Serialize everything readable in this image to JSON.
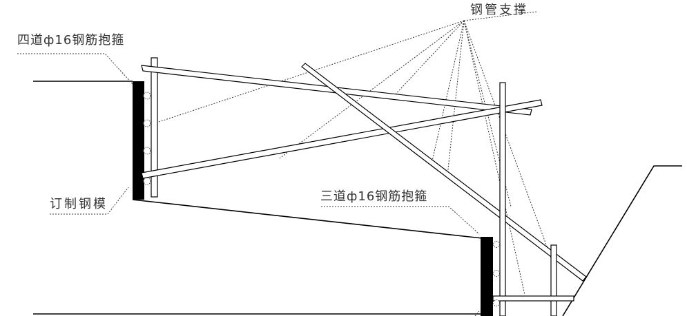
{
  "labels": {
    "steel_pipe_support": "钢管支撑",
    "four_rebar_hoops": "四道ф16钢筋抱箍",
    "custom_steel_form": "订制钢模",
    "three_rebar_hoops": "三道ф16钢筋抱箍"
  },
  "colors": {
    "line": "#000000",
    "text": "#333333",
    "background": "#ffffff"
  }
}
